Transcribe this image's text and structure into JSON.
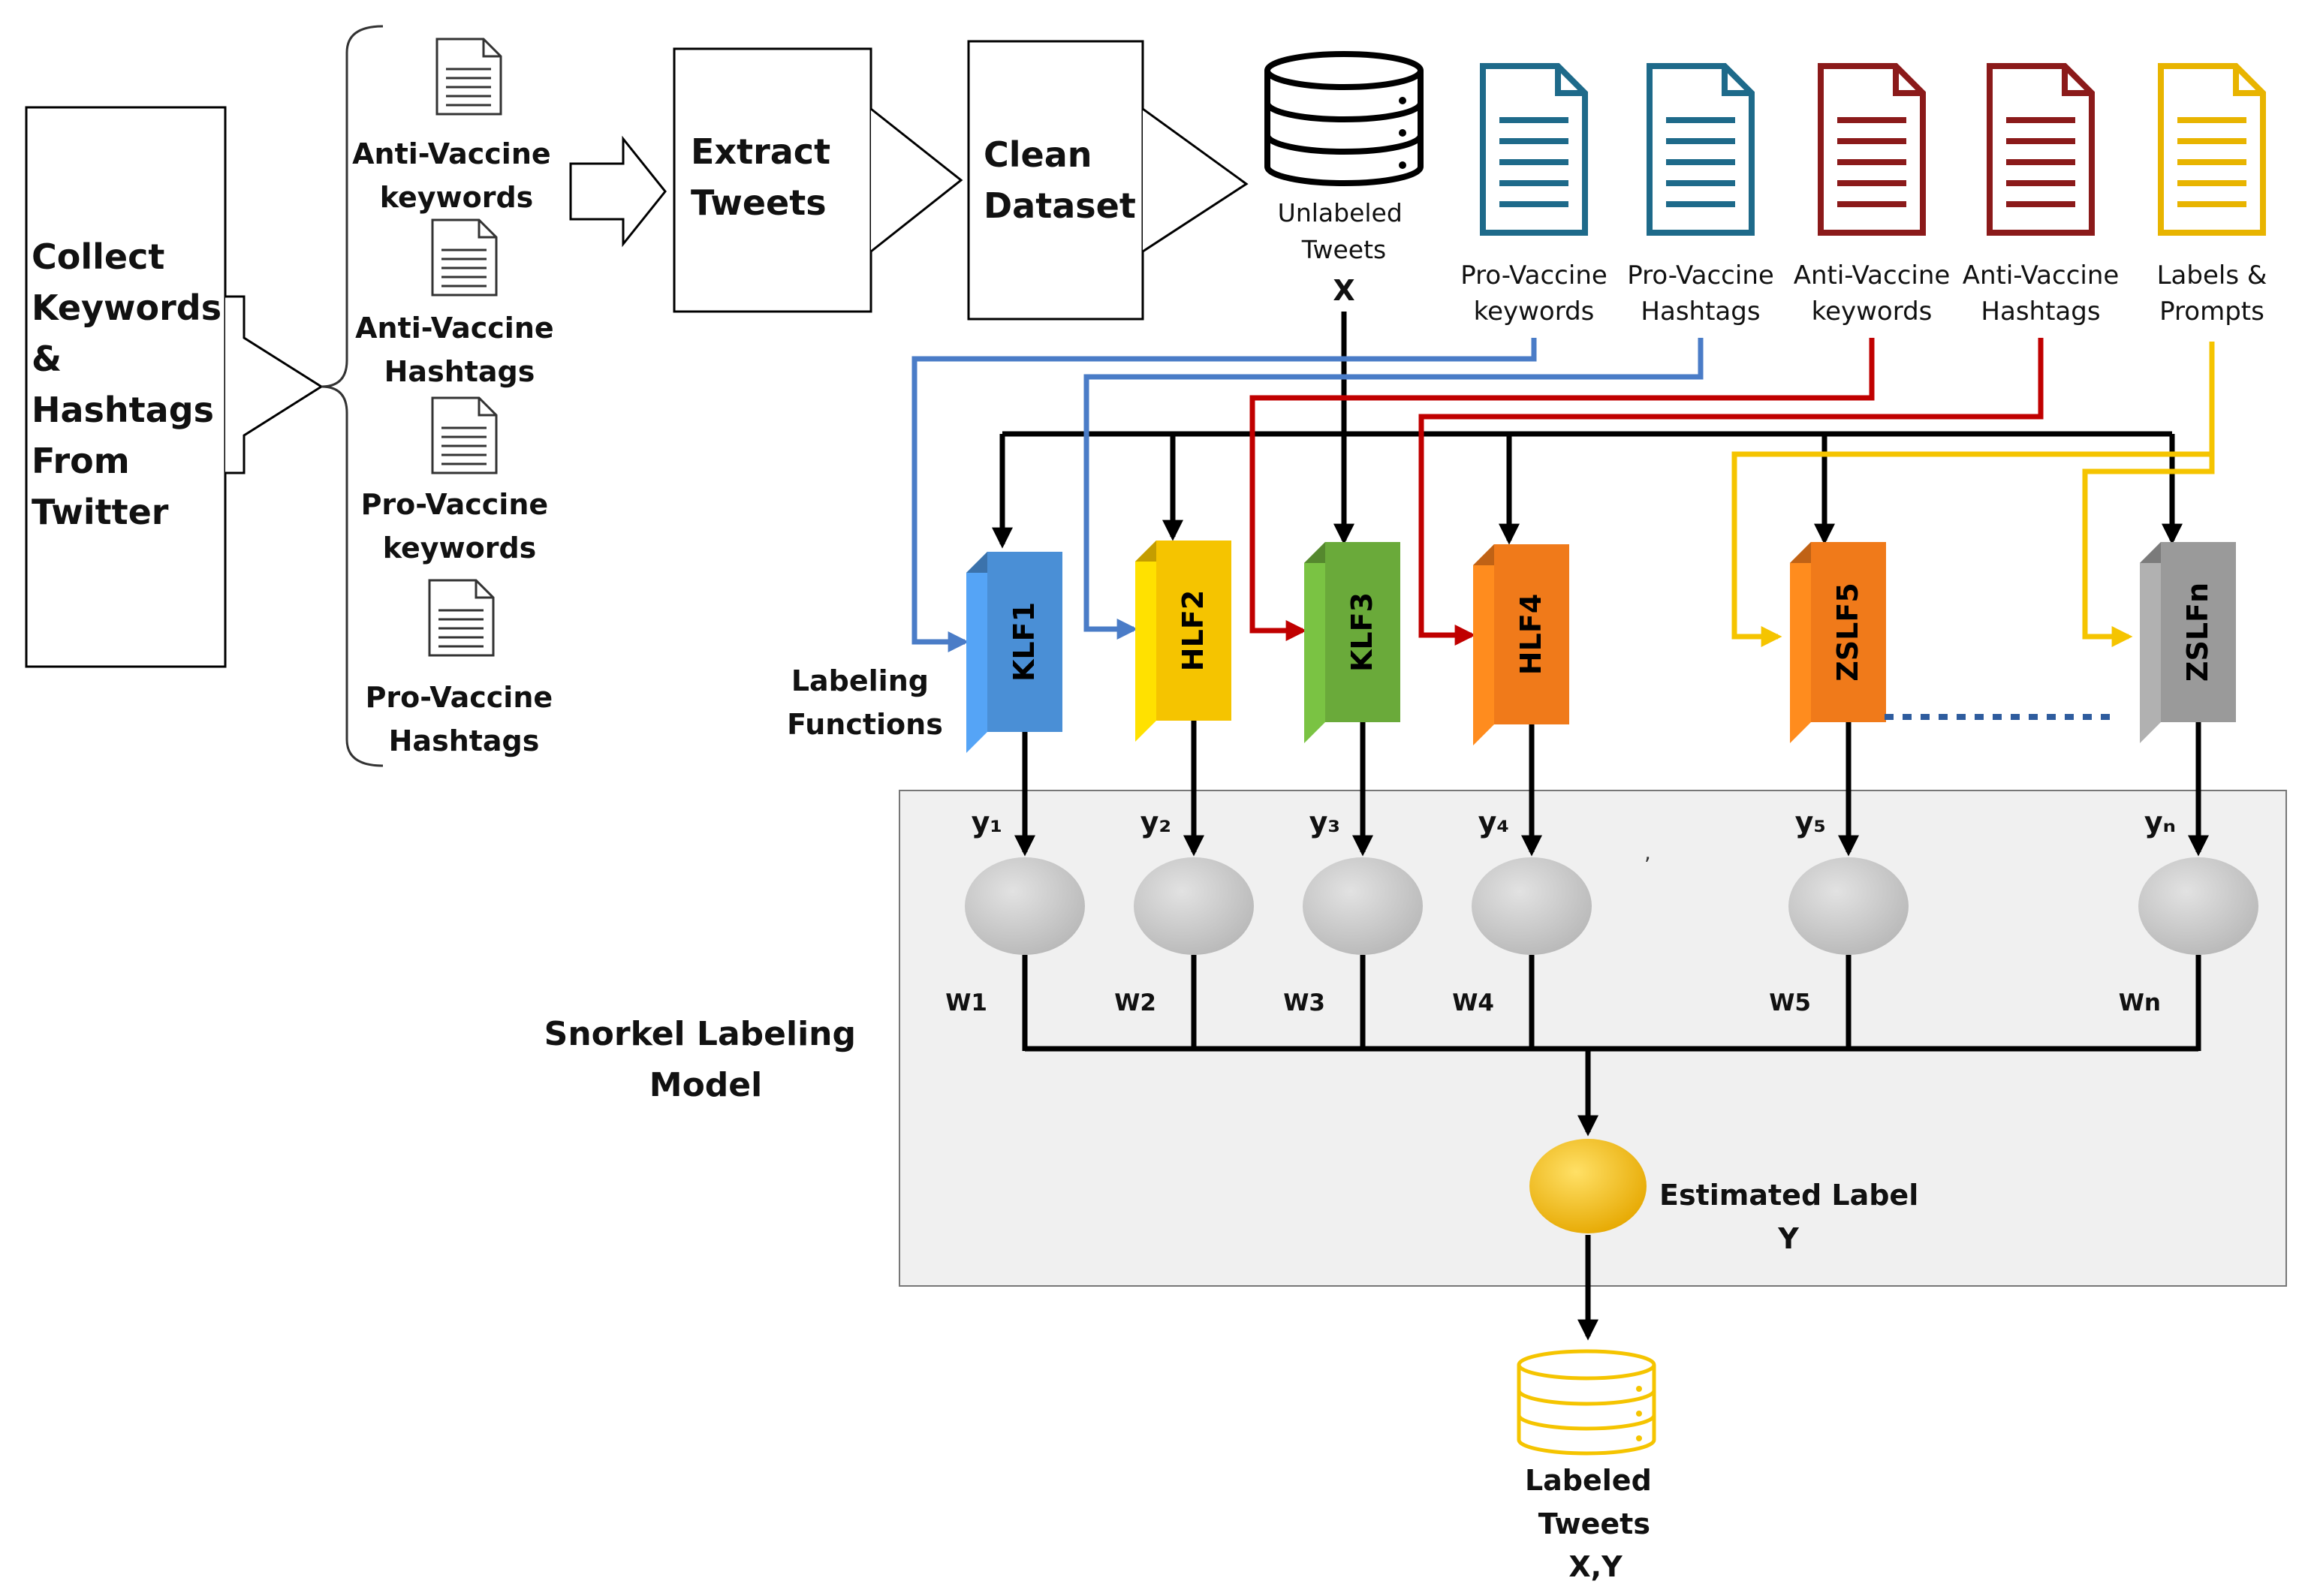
{
  "stage1": {
    "lines": [
      "Collect",
      "Keywords",
      "&",
      "Hashtags",
      "From",
      "Twitter"
    ]
  },
  "keyword_docs": [
    {
      "lines": [
        "Anti-Vaccine",
        "keywords"
      ]
    },
    {
      "lines": [
        "Anti-Vaccine",
        "Hashtags"
      ]
    },
    {
      "lines": [
        "Pro-Vaccine",
        "keywords"
      ]
    },
    {
      "lines": [
        "Pro-Vaccine",
        "Hashtags"
      ]
    }
  ],
  "stage2": {
    "lines": [
      "Extract",
      "Tweets"
    ]
  },
  "stage3": {
    "lines": [
      "Clean",
      "Dataset"
    ]
  },
  "unlabeled": {
    "lines": [
      "Unlabeled",
      "Tweets"
    ],
    "symbol": "X"
  },
  "source_docs": [
    {
      "lines": [
        "Pro-Vaccine",
        "keywords"
      ],
      "color": "#1e6a8a"
    },
    {
      "lines": [
        "Pro-Vaccine",
        "Hashtags"
      ],
      "color": "#1e6a8a"
    },
    {
      "lines": [
        "Anti-Vaccine",
        "keywords"
      ],
      "color": "#8b1a1a"
    },
    {
      "lines": [
        "Anti-Vaccine",
        "Hashtags"
      ],
      "color": "#8b1a1a"
    },
    {
      "lines": [
        "Labels &",
        "Prompts"
      ],
      "color": "#e8b400"
    }
  ],
  "labeling_functions_caption": {
    "lines": [
      "Labeling",
      "Functions"
    ]
  },
  "labeling_functions": [
    {
      "name": "KLF1",
      "color": "#4a8fd6",
      "output": "y₁",
      "weight": "W1"
    },
    {
      "name": "HLF2",
      "color": "#f5c400",
      "output": "y₂",
      "weight": "W2"
    },
    {
      "name": "KLF3",
      "color": "#6aaa3a",
      "output": "y₃",
      "weight": "W3"
    },
    {
      "name": "HLF4",
      "color": "#f07a1a",
      "output": "y₄",
      "weight": "W4"
    },
    {
      "name": "ZSLF5",
      "color": "#f07a1a",
      "output": "y₅",
      "weight": "W5"
    },
    {
      "name": "ZSLFn",
      "color": "#9a9a9a",
      "output": "yₙ",
      "weight": "Wn"
    }
  ],
  "model_caption": {
    "lines": [
      "Snorkel Labeling",
      "Model"
    ]
  },
  "estimated_label": {
    "lines": [
      "Estimated  Label",
      "Y"
    ]
  },
  "labeled_tweets": {
    "lines": [
      "Labeled",
      "Tweets",
      "X,Y"
    ]
  },
  "colors": {
    "blue_line": "#4a7cc7",
    "red_line": "#c00000",
    "yellow_line": "#f5c400",
    "panel_fill": "#f0f0f0",
    "node_fill": "#c8c8c8",
    "estimated_fill": "#f5c400",
    "dots": "#2e5c9e"
  }
}
